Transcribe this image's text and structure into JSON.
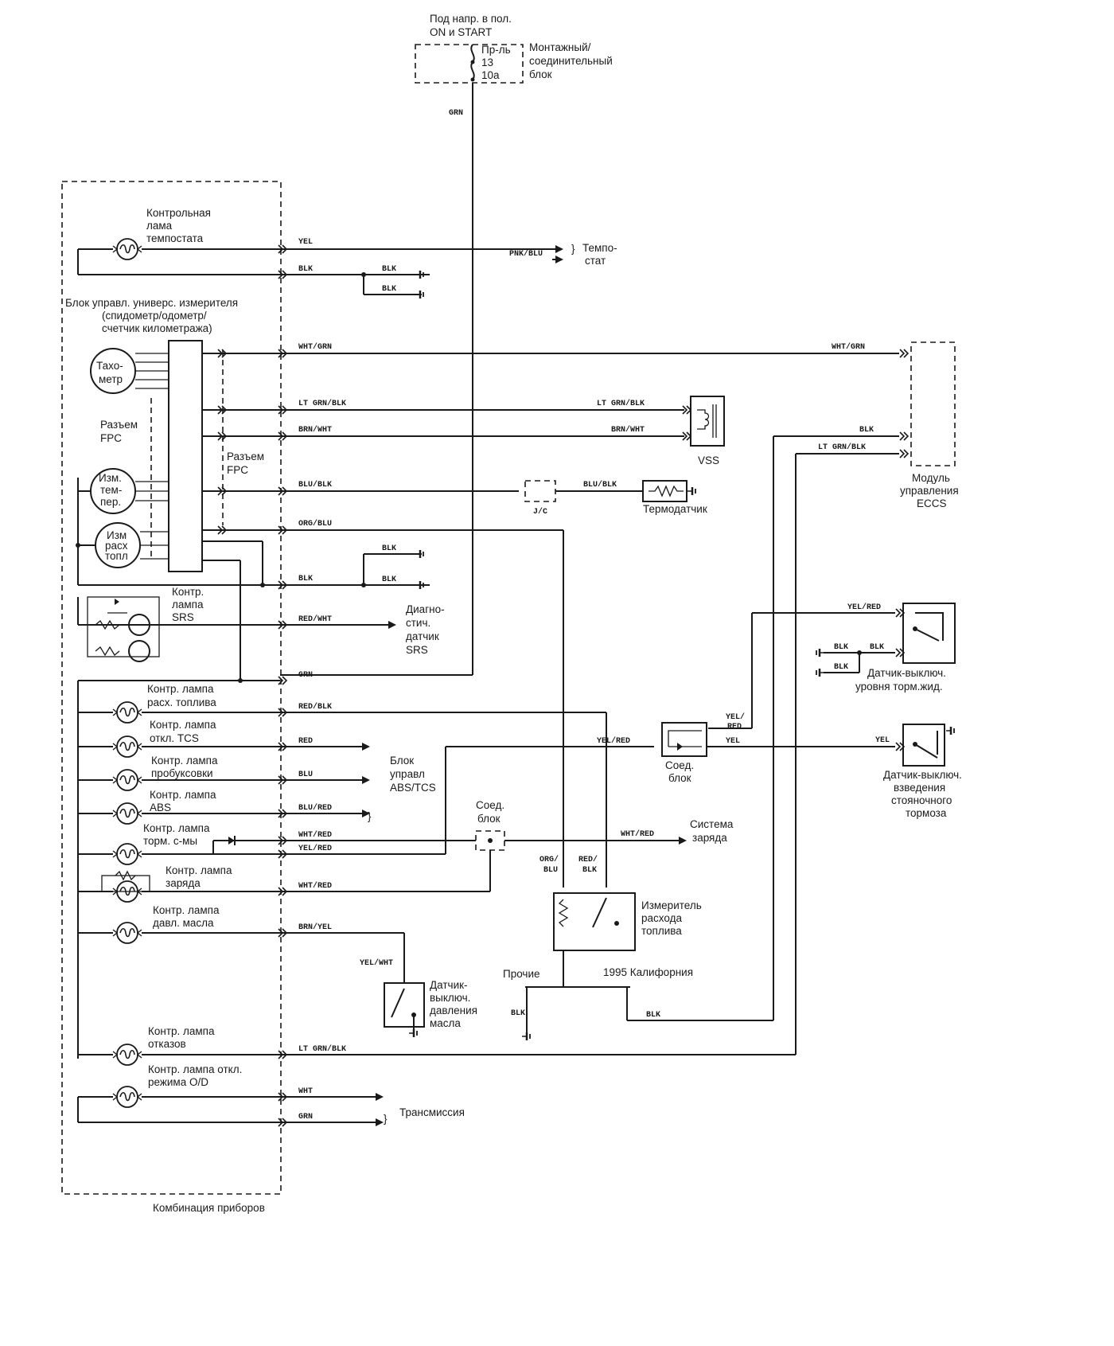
{
  "supply": {
    "line1": "Под напр. в пол.",
    "line2": "ON и START",
    "fuse_l1": "Пр-ль",
    "fuse_l2": "13",
    "fuse_l3": "10a",
    "junction_l1": "Монтажный/",
    "junction_l2": "соединительный",
    "junction_l3": "блок",
    "wire": "GRN"
  },
  "cluster": {
    "title": "Комбинация приборов",
    "thermo_lamp_l1": "Контрольная",
    "thermo_lamp_l2": "лама",
    "thermo_lamp_l3": "темпостата",
    "universal_l1": "Блок управл. универс. измерителя",
    "universal_l2": "(спидометр/одометр/",
    "universal_l3": "счетчик километража)",
    "tacho_l1": "Тахо-",
    "tacho_l2": "метр",
    "fpc1_l1": "Разъем",
    "fpc1_l2": "FPC",
    "fpc2_l1": "Разъем",
    "fpc2_l2": "FPC",
    "temp_l1": "Изм.",
    "temp_l2": "тем-",
    "temp_l3": "пер.",
    "fuel_l1": "Изм",
    "fuel_l2": "расх",
    "fuel_l3": "топл",
    "srs_l1": "Контр.",
    "srs_l2": "лампа",
    "srs_l3": "SRS",
    "fuel_lamp_l1": "Контр. лампа",
    "fuel_lamp_l2": "расх. топлива",
    "tcs_l1": "Контр. лампа",
    "tcs_l2": "откл. TCS",
    "slip_l1": "Контр. лампа",
    "slip_l2": "пробуксовки",
    "abs_l1": "Контр. лампа",
    "abs_l2": "ABS",
    "brake_l1": "Контр. лампа",
    "brake_l2": "торм. с-мы",
    "charge_l1": "Контр. лампа",
    "charge_l2": "заряда",
    "oil_l1": "Контр. лампа",
    "oil_l2": "давл. масла",
    "fail_l1": "Контр. лампа",
    "fail_l2": "отказов",
    "od_l1": "Контр. лампа откл.",
    "od_l2": "режима O/D"
  },
  "wires": {
    "yel": "YEL",
    "blk_a": "BLK",
    "blk_b": "BLK",
    "blk_c": "BLK",
    "wht_grn": "WHT/GRN",
    "lt_grn_blk": "LT GRN/BLK",
    "brn_wht": "BRN/WHT",
    "blu_blk": "BLU/BLK",
    "org_blu": "ORG/BLU",
    "blk_d": "BLK",
    "blk_e": "BLK",
    "blk_f": "BLK",
    "red_wht": "RED/WHT",
    "grn": "GRN",
    "red_blk": "RED/BLK",
    "red": "RED",
    "blu": "BLU",
    "blu_red": "BLU/RED",
    "wht_red_a": "WHT/RED",
    "yel_red_a": "YEL/RED",
    "wht_red_b": "WHT/RED",
    "brn_yel": "BRN/YEL",
    "lt_grn_blk_b": "LT GRN/BLK",
    "wht": "WHT",
    "grn_b": "GRN",
    "pnk_blu": "PNK/BLU",
    "wht_grn_r": "WHT/GRN",
    "lt_grn_blk_r": "LT GRN/BLK",
    "brn_wht_r": "BRN/WHT",
    "blk_ecm": "BLK",
    "lt_grn_blk_ecm": "LT GRN/BLK",
    "blu_blk_r": "BLU/BLK",
    "yel_red_r": "YEL/RED",
    "blk_g": "BLK",
    "blk_h": "BLK",
    "blk_i": "BLK",
    "yel_red_j1": "YEL/",
    "yel_red_j2": "RED",
    "yel_j": "YEL",
    "yel_park": "YEL",
    "yel_red_mid": "YEL/RED",
    "wht_red_c": "WHT/RED",
    "org_blu_v1": "ORG/",
    "org_blu_v2": "BLU",
    "red_blk_v1": "RED/",
    "red_blk_v2": "BLK",
    "yel_wht": "YEL/WHT",
    "blk_gnd": "BLK",
    "blk_cal": "BLK"
  },
  "components": {
    "tempostat_l1": "Темпо-",
    "tempostat_l2": "стат",
    "vss": "VSS",
    "ecm_l1": "Модуль",
    "ecm_l2": "управления",
    "ecm_l3": "ECCS",
    "jc": "J/C",
    "thermo_sensor": "Термодатчик",
    "diag_l1": "Диагно-",
    "diag_l2": "стич.",
    "diag_l3": "датчик",
    "diag_l4": "SRS",
    "brake_fluid_l1": "Датчик-выключ.",
    "brake_fluid_l2": "уровня торм.жид.",
    "joint1_l1": "Соед.",
    "joint1_l2": "блок",
    "park_l1": "Датчик-выключ.",
    "park_l2": "взведения",
    "park_l3": "стояночного",
    "park_l4": "тормоза",
    "abs_tcs_l1": "Блок",
    "abs_tcs_l2": "управл",
    "abs_tcs_l3": "ABS/TCS",
    "joint2_l1": "Соед.",
    "joint2_l2": "блок",
    "charge_sys_l1": "Система",
    "charge_sys_l2": "заряда",
    "fuel_meter_l1": "Измеритель",
    "fuel_meter_l2": "расхода",
    "fuel_meter_l3": "топлива",
    "other": "Прочие",
    "california": "1995 Калифорния",
    "oil_sw_l1": "Датчик-",
    "oil_sw_l2": "выключ.",
    "oil_sw_l3": "давления",
    "oil_sw_l4": "масла",
    "transmission": "Трансмиссия"
  }
}
